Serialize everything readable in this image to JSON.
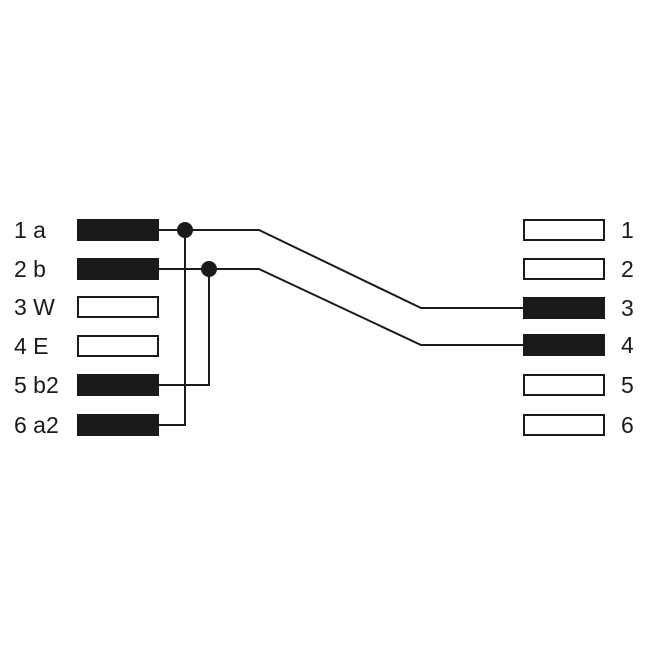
{
  "colors": {
    "line": "#1a1a1a",
    "background": "#ffffff"
  },
  "left_connector": {
    "pins": [
      {
        "label": "1 a",
        "wired": true
      },
      {
        "label": "2 b",
        "wired": true
      },
      {
        "label": "3 W",
        "wired": false
      },
      {
        "label": "4 E",
        "wired": false
      },
      {
        "label": "5 b2",
        "wired": true
      },
      {
        "label": "6 a2",
        "wired": true
      }
    ]
  },
  "right_connector": {
    "pins": [
      {
        "label": "1",
        "wired": false
      },
      {
        "label": "2",
        "wired": false
      },
      {
        "label": "3",
        "wired": true
      },
      {
        "label": "4",
        "wired": true
      },
      {
        "label": "5",
        "wired": false
      },
      {
        "label": "6",
        "wired": false
      }
    ]
  },
  "connections": [
    {
      "from": "1 a",
      "bridge": "6 a2",
      "to": "3"
    },
    {
      "from": "2 b",
      "bridge": "5 b2",
      "to": "4"
    }
  ]
}
